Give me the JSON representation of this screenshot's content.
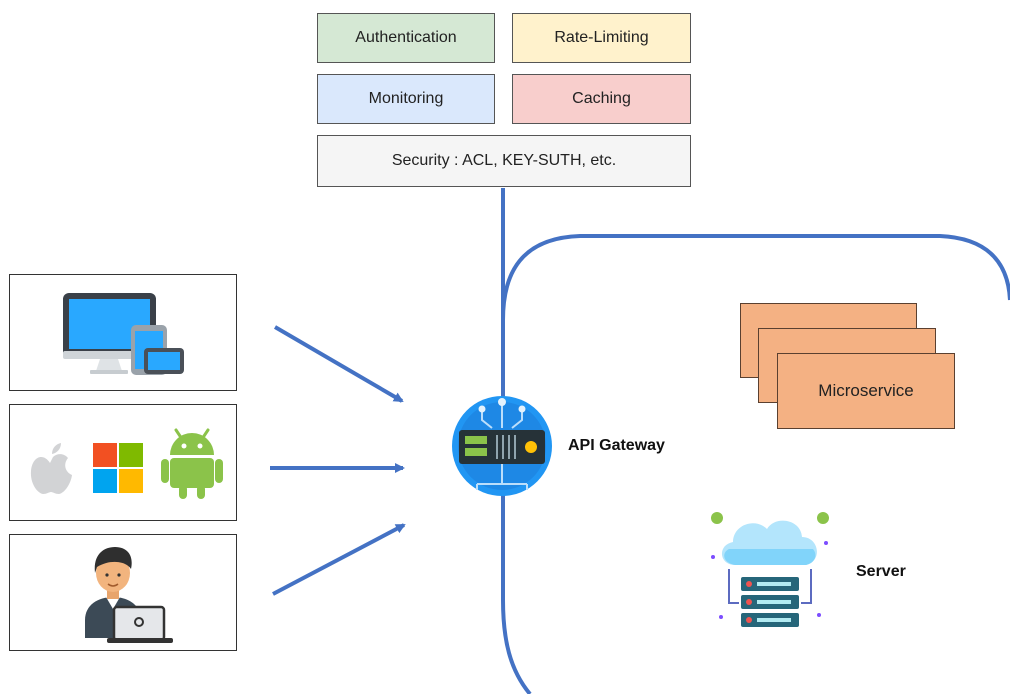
{
  "features": {
    "authentication": "Authentication",
    "rate_limiting": "Rate-Limiting",
    "monitoring": "Monitoring",
    "caching": "Caching",
    "security": "Security : ACL, KEY-SUTH, etc."
  },
  "gateway": {
    "label": "API Gateway"
  },
  "backend": {
    "microservice": "Microservice",
    "server": "Server"
  },
  "icons": {
    "client_devices": "desktop-tablet-phone-icon",
    "client_platforms": [
      "apple-icon",
      "windows-icon",
      "android-icon"
    ],
    "client_user": "developer-laptop-icon",
    "gateway": "server-hub-icon",
    "server": "cloud-server-icon"
  },
  "colors": {
    "connector": "#4472c4",
    "authentication": "#d5e8d4",
    "rate_limiting": "#fff2cc",
    "monitoring": "#dae8fc",
    "caching": "#f8cecc",
    "security": "#f5f5f5",
    "microservice": "#f4b183"
  }
}
